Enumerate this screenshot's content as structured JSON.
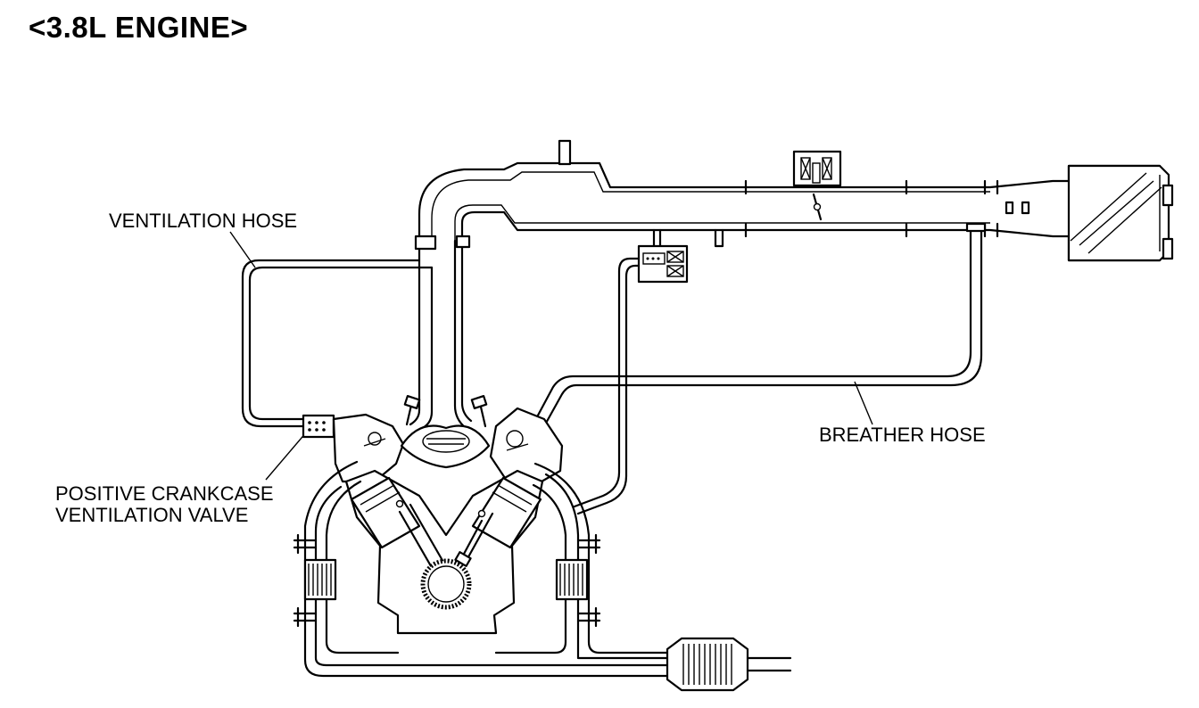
{
  "diagram": {
    "title": "<3.8L ENGINE>",
    "labels": {
      "ventilation_hose": "VENTILATION HOSE",
      "breather_hose": "BREATHER HOSE",
      "pcv_valve_line1": "POSITIVE CRANKCASE",
      "pcv_valve_line2": "VENTILATION VALVE"
    }
  }
}
